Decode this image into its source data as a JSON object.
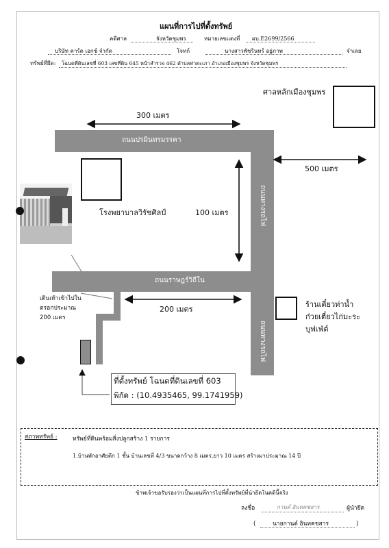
{
  "header": {
    "title": "แผนที่การไปที่ตั้งทรัพย์",
    "court_label": "คดีศาล",
    "court_value": "จังหวัดชุมพร",
    "case_no_label": "หมายเลขแดงที่",
    "case_no_value": "ผบ.E2699/2566",
    "plaintiff_value": "บริษัท คาร์ด เอกซ์ จำกัด",
    "plaintiff_role": "โจทก์",
    "defendant_value": "นางสาวพัชรินทร์ อยู่ภาพ",
    "defendant_role": "จำเลย",
    "property_label": "ทรัพย์ที่ยึด:",
    "property_value": "โฉนดที่ดินเลขที่ 603 เลขที่ดิน 645 หน้าสำรวจ 462 ตำบลท่าตะเภา อำเภอเมืองชุมพร จังหวัดชุมพร"
  },
  "map": {
    "road_top": "ถนนปรมินทรมรรคา",
    "road_bottom": "ถนนราษฎร์วิถีใน",
    "road_vertical_upper": "ถนนทางรถไฟ",
    "road_vertical_lower": "ถนนทางรถไฟ",
    "landmark_court": "ศาลหลักเมืองชุมพร",
    "landmark_hospital": "โรงพยาบาลวิรัชศิลป์",
    "landmark_shop_line1": "ร้านเตี๋ยวท่าน้ำ",
    "landmark_shop_line2": "ก๋วยเตี๋ยวไก่มะระ",
    "landmark_shop_line3": "บุฟเฟ่ต์",
    "dist_300": "300 เมตร",
    "dist_500": "500 เมตร",
    "dist_100": "100 เมตร",
    "dist_200": "200 เมตร",
    "walk_line1": "เดินเท้าเข้าไปใน",
    "walk_line2": "ตรอกประมาณ",
    "walk_line3": "200 เมตร",
    "property_line1": "ที่ตั้งทรัพย์ โฉนดที่ดินเลขที่ 603",
    "property_line2": "พิกัด : (10.4935465, 99.1741959)"
  },
  "condition": {
    "label": "สภาพทรัพย์ :",
    "line1": "ทรัพย์ที่ดินพร้อมสิ่งปลูกสร้าง 1 รายการ",
    "line2": "1.บ้านพักอาศัยตึก  1 ชั้น บ้านเลขที่ 4/3  ขนาดกว้าง 8 เมตร,ยาว 10 เมตร สร้างมาประมาณ 14 ปี"
  },
  "footer": {
    "certify": "ข้าพเจ้าขอรับรองว่าเป็นแผนที่การไปที่ตั้งทรัพย์ที่นำยึดในคดีนี้จริง",
    "sign_label": "ลงชื่อ",
    "sign_value": "กานต์ อินทคชสาร",
    "seizer_label": "ผู้นำยึด",
    "open_paren": "(",
    "name_value": "นายกานต์ อินทคชสาร",
    "close_paren": ")"
  }
}
